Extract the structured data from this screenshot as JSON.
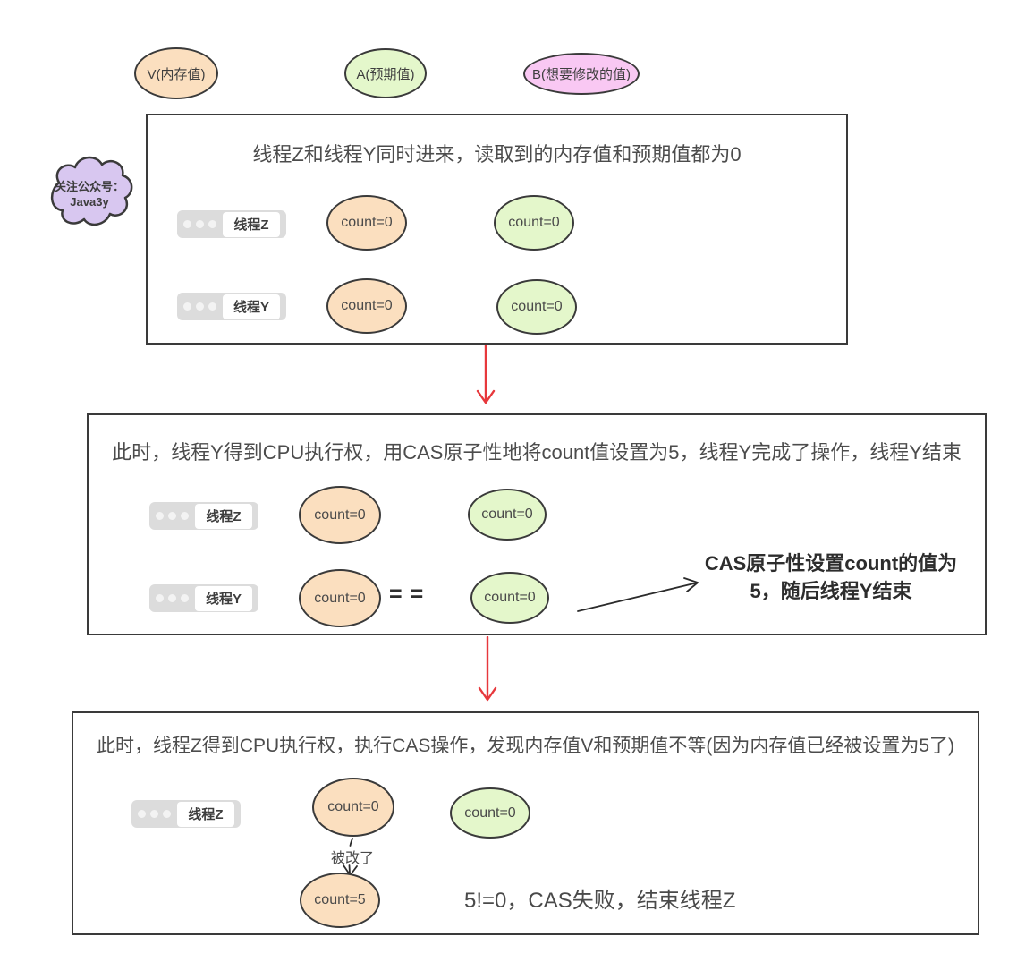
{
  "colors": {
    "memory_fill": "#fbdfbf",
    "expected_fill": "#e4f7cb",
    "new_fill": "#f9c8f3",
    "cloud_fill": "#d8c7f0",
    "box_border": "#3a3a3a",
    "red_arrow": "#e7383c",
    "black_arrow": "#2b2b2b",
    "thread_bar": "#dcdcdc"
  },
  "legend": {
    "memory": "V(内存值)",
    "expected": "A(预期值)",
    "new_value": "B(想要修改的值)"
  },
  "cloud": {
    "line1": "关注公众号：",
    "line2": "Java3y"
  },
  "box1": {
    "title": "线程Z和线程Y同时进来，读取到的内存值和预期值都为0",
    "rows": [
      {
        "thread": "线程Z",
        "memory": "count=0",
        "expected": "count=0"
      },
      {
        "thread": "线程Y",
        "memory": "count=0",
        "expected": "count=0"
      }
    ]
  },
  "box2": {
    "title": "此时，线程Y得到CPU执行权，用CAS原子性地将count值设置为5，线程Y完成了操作，线程Y结束",
    "row_z": {
      "thread": "线程Z",
      "memory": "count=0",
      "expected": "count=0"
    },
    "row_y": {
      "thread": "线程Y",
      "memory": "count=0",
      "expected": "count=0",
      "equals": "=="
    },
    "note": {
      "line1": "CAS原子性设置count的值为",
      "line2": "5，随后线程Y结束"
    }
  },
  "box3": {
    "title": "此时，线程Z得到CPU执行权，执行CAS操作，发现内存值V和预期值不等(因为内存值已经被设置为5了)",
    "row": {
      "thread": "线程Z",
      "memory": "count=0",
      "expected": "count=0"
    },
    "changed_label": "被改了",
    "changed_value": "count=5",
    "result": "5!=0，CAS失败，结束线程Z"
  }
}
